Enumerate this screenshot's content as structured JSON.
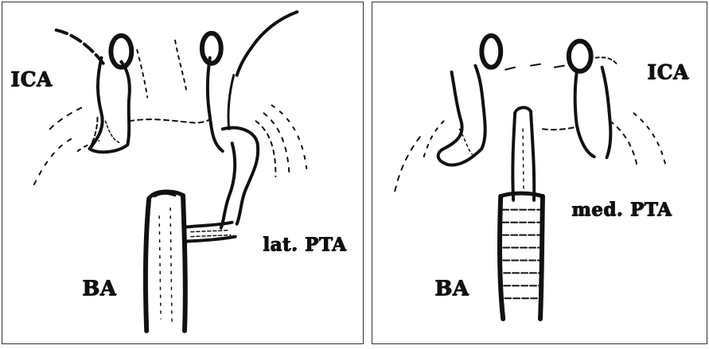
{
  "left_panel": {
    "label_ica": "ICA",
    "label_ba": "BA",
    "label_pta": "lat. PTA"
  },
  "right_panel": {
    "label_ica": "ICA",
    "label_pta": "med. PTA",
    "label_ba": "BA"
  }
}
